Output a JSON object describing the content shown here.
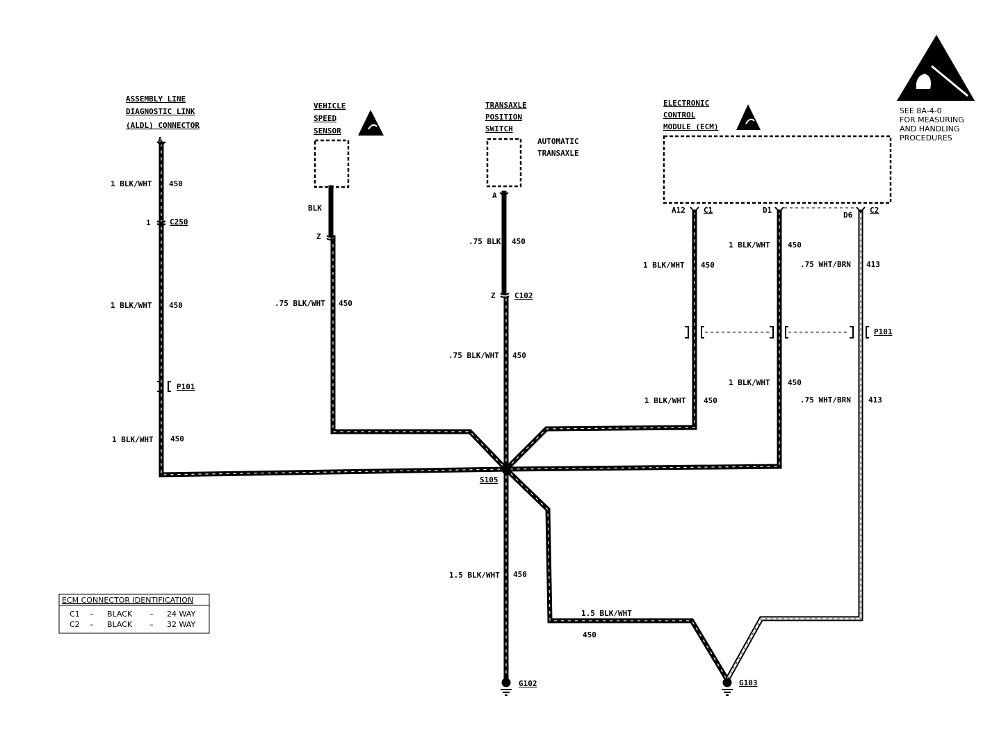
{
  "components": {
    "aldl": {
      "lines": [
        "ASSEMBLY LINE",
        "DIAGNOSTIC LINK",
        "(ALDL) CONNECTOR"
      ],
      "pin": "A"
    },
    "vss": {
      "lines": [
        "VEHICLE",
        "SPEED",
        "SENSOR"
      ],
      "wire_color": "BLK",
      "pin": "Z"
    },
    "tps": {
      "lines": [
        "TRANSAXLE",
        "POSITION",
        "SWITCH"
      ],
      "note_lines": [
        "AUTOMATIC",
        "TRANSAXLE"
      ],
      "pin": "A"
    },
    "ecm": {
      "lines": [
        "ELECTRONIC",
        "CONTROL",
        "MODULE (ECM)"
      ],
      "pins": [
        "A12",
        "C1",
        "D1",
        "D6",
        "C2"
      ]
    }
  },
  "connectors": {
    "c250": "C250",
    "c250_pin": "1",
    "c102": "C102",
    "c102_pin": "Z",
    "p101": "P101",
    "splice": "S105",
    "g102": "G102",
    "g103": "G103"
  },
  "wire_labels": {
    "blkwht1": "1 BLK/WHT",
    "blkwht075": ".75 BLK/WHT",
    "blk075": ".75 BLK",
    "whtbrn075": ".75 WHT/BRN",
    "blkwht15": "1.5 BLK/WHT",
    "c450": "450",
    "c413": "413"
  },
  "esd_note": {
    "lines": [
      "SEE 8A-4-0",
      "FOR MEASURING",
      "AND HANDLING",
      "PROCEDURES"
    ]
  },
  "legend": {
    "title": "ECM CONNECTOR IDENTIFICATION",
    "rows": [
      {
        "id": "C1",
        "dash1": "–",
        "color": "BLACK",
        "dash2": "–",
        "type": "24 WAY"
      },
      {
        "id": "C2",
        "dash1": "–",
        "color": "BLACK",
        "dash2": "–",
        "type": "32 WAY"
      }
    ]
  },
  "colors": {
    "ink": "#000000",
    "paper": "#ffffff"
  }
}
